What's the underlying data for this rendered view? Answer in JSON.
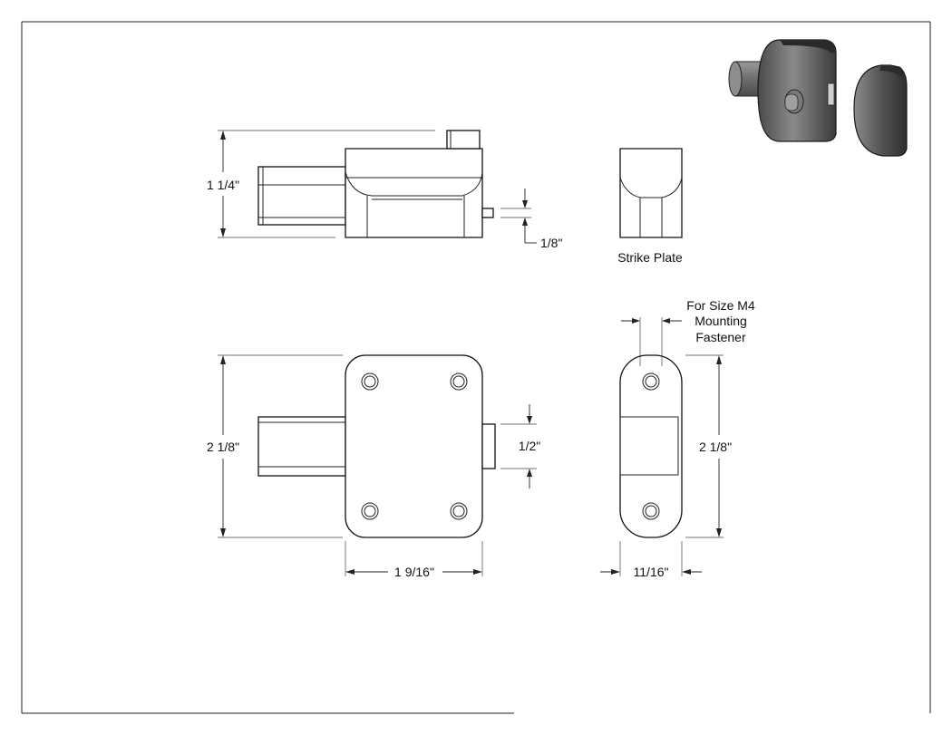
{
  "dimensions": {
    "side_height": "1 1/4\"",
    "bolt_projection": "1/8\"",
    "front_height": "2 1/8\"",
    "bolt_width": "1/2\"",
    "front_width": "1 9/16\"",
    "strike_height": "2 1/8\"",
    "strike_width": "11/16\""
  },
  "labels": {
    "strike_plate": "Strike Plate",
    "fastener_line1": "For Size M4",
    "fastener_line2": "Mounting",
    "fastener_line3": "Fastener"
  },
  "colors": {
    "line": "#111111",
    "background": "#ffffff",
    "render_dark": "#3a3a3a",
    "render_mid": "#6b6b6b",
    "render_light": "#9a9a9a"
  }
}
